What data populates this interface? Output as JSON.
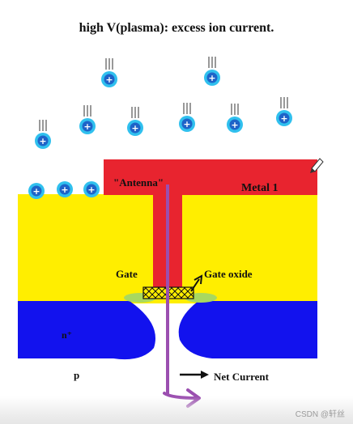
{
  "diagram": {
    "title": "high V(plasma): excess ion current.",
    "labels": {
      "antenna": "\"Antenna\"",
      "metal": "Metal 1",
      "gate": "Gate",
      "gate_oxide": "Gate oxide",
      "n_plus": "n⁺",
      "p": "p",
      "net_current": "Net Current"
    },
    "ion_symbol": "+",
    "colors": {
      "metal": "#e8242f",
      "oxide": "#ffee00",
      "n_region": "#1212ee",
      "ion_fill": "#1e63c8",
      "ion_ring": "#30c0ee",
      "current_path": "#9b4fb0",
      "gate_glow": "#a8d860"
    },
    "watermark": "CSDN @轩丝",
    "icons": [
      "pencil-cursor-icon",
      "gate-oxide-arrow-icon",
      "net-current-arrow-icon"
    ]
  }
}
